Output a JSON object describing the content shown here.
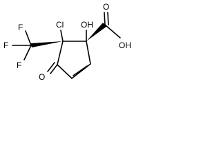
{
  "atoms": {
    "f_top": "F",
    "f_left": "F",
    "f_bottom": "F",
    "cl": "Cl",
    "oh_top": "OH",
    "o_ketone": "O",
    "acid_o": "O",
    "acid_oh": "OH"
  }
}
